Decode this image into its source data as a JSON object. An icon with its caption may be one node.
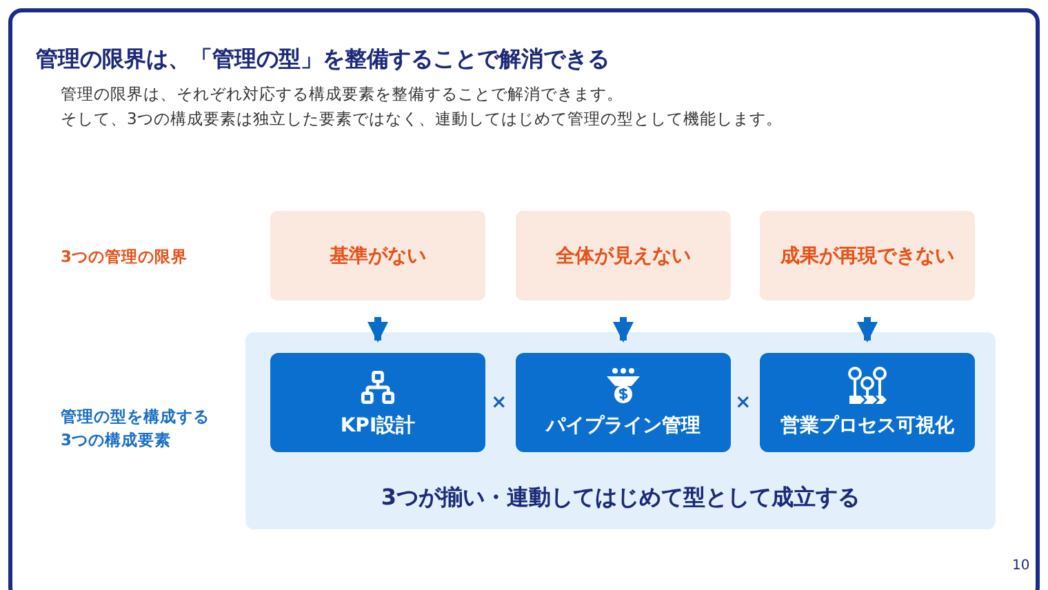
{
  "diagram": {
    "title": "管理の限界は、「管理の型」を整備することで解消できる",
    "nodes": [
      {
        "text": [
          "基準がない"
        ]
      },
      {
        "text": [
          "全体が見えない"
        ]
      },
      {
        "text": [
          "成果が再現できない"
        ]
      },
      {
        "text": [
          "3つが揃い・連動してはじめて型として成立する"
        ]
      },
      {
        "text": [
          "KPI設計"
        ],
        "in": 3
      },
      {
        "text": [
          "パイプライン管理"
        ],
        "in": 3
      },
      {
        "text": [
          "営業プロセス可視化"
        ],
        "in": 3
      }
    ],
    "edges": [
      {
        "from": 0,
        "to": 4,
        "arrow": "to"
      },
      {
        "from": 1,
        "to": 5,
        "arrow": "to"
      },
      {
        "from": 2,
        "to": 6,
        "arrow": "to"
      }
    ],
    "labels": [
      "管理の限界は、それぞれ対応する構成要素を整備することで解消できます。",
      "そして、3つの構成要素は独立した要素ではなく、連動してはじめて管理の型として機能します。",
      "3つの管理の限界",
      "管理の型を構成する3つの構成要素",
      "×",
      "×",
      "10"
    ]
  }
}
